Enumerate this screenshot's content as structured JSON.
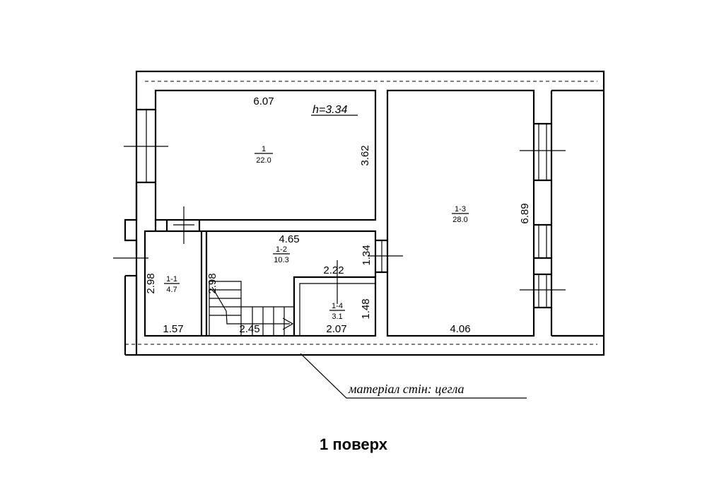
{
  "floor_label": "1 поверх",
  "wall_material_note": "матеріал стін: цегла",
  "ceiling_height": "h=3.34",
  "rooms": [
    {
      "id": "1",
      "area": "22.0"
    },
    {
      "id": "1-1",
      "area": "4.7"
    },
    {
      "id": "1-2",
      "area": "10.3"
    },
    {
      "id": "1-3",
      "area": "28.0"
    },
    {
      "id": "1-4",
      "area": "3.1"
    }
  ],
  "dimensions": {
    "room1_width": "6.07",
    "room1_depth": "3.62",
    "room1_1_depth": "2.98",
    "room1_1_width": "1.57",
    "room1_2_depth": "2.98",
    "room1_2_width": "4.65",
    "room1_2_stair": "2.45",
    "room1_2_side": "1.34",
    "room1_4_width_top": "2.22",
    "room1_4_width_bottom": "2.07",
    "room1_4_depth": "1.48",
    "room1_3_depth": "6.89",
    "room1_3_width": "4.06"
  }
}
